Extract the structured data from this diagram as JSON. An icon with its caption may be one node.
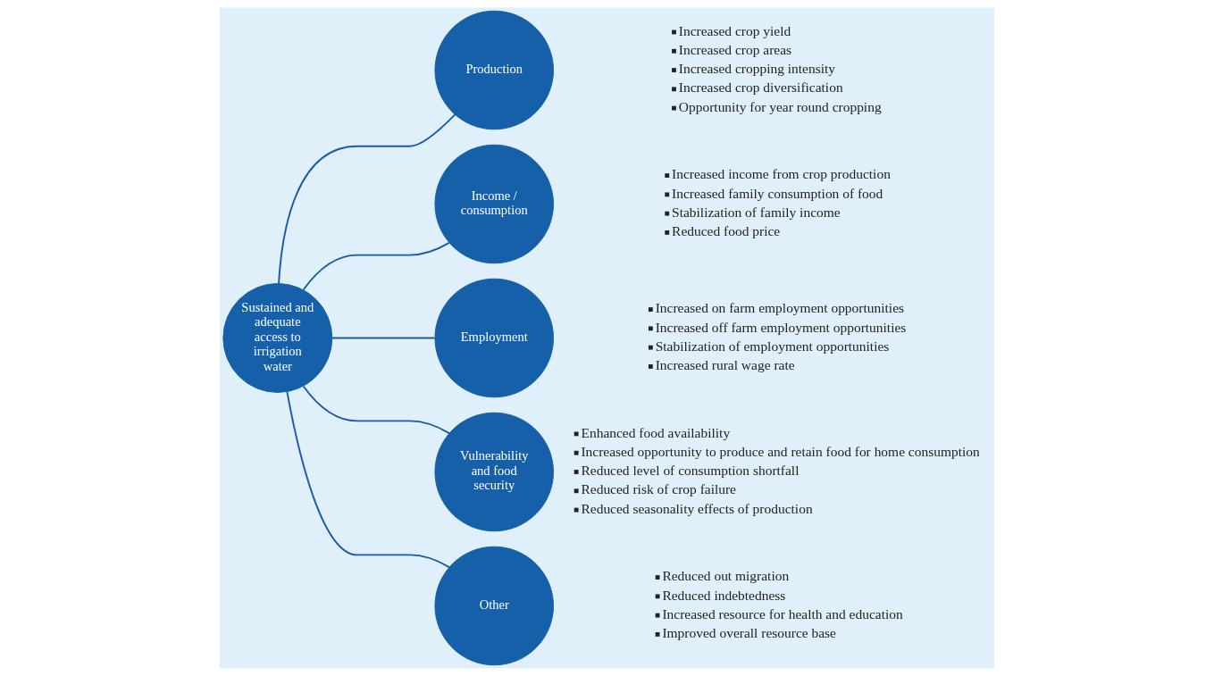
{
  "diagram": {
    "nodes": [
      {
        "text": [
          "Sustained and adequate access to irrigation water"
        ]
      },
      {
        "text": [
          "Production"
        ],
        "beside": [
          "Increased crop yield",
          "Increased crop areas",
          "Increased cropping intensity",
          "Increased crop diversification",
          "Opportunity for year round cropping"
        ]
      },
      {
        "text": [
          "Income / consumption"
        ],
        "beside": [
          "Increased income from crop production",
          "Increased family consumption of food",
          "Stabilization of family income",
          "Reduced food price"
        ]
      },
      {
        "text": [
          "Employment"
        ],
        "beside": [
          "Increased on farm employment opportunities",
          "Increased off farm employment opportunities",
          "Stabilization of employment opportunities",
          "Increased rural wage rate"
        ]
      },
      {
        "text": [
          "Vulnerability and food security"
        ],
        "beside": [
          "Enhanced food availability",
          "Increased opportunity to produce and retain food for home consumption",
          "Reduced level of consumption shortfall",
          "Reduced risk of crop failure",
          "Reduced seasonality effects of production"
        ]
      },
      {
        "text": [
          "Other"
        ],
        "beside": [
          "Reduced out migration",
          "Reduced indebtedness",
          "Increased resource for health and education",
          "Improved overall resource base"
        ]
      }
    ],
    "edges": [
      {
        "from": 0,
        "to": 1,
        "arrow": "none"
      },
      {
        "from": 0,
        "to": 2,
        "arrow": "none"
      },
      {
        "from": 0,
        "to": 3,
        "arrow": "none"
      },
      {
        "from": 0,
        "to": 4,
        "arrow": "none"
      },
      {
        "from": 0,
        "to": 5,
        "arrow": "none"
      }
    ]
  }
}
